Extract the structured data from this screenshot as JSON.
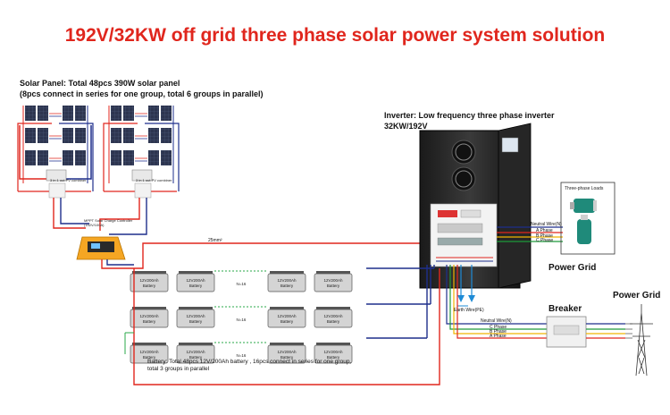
{
  "title": "192V/32KW  off grid three phase solar power system solution",
  "solar": {
    "line1": "Solar Panel: Total 48pcs  390W solar panel",
    "line2": "(8pcs connect in series for one group, total 6 groups in parallel)",
    "combiner": "3 in 1 out PV combiner"
  },
  "controller": {
    "line1": "MPPT Solar Charge Controller",
    "line2": "(192V/100A)"
  },
  "inverter": {
    "line1": "Inverter:  Low frequency three phase inverter",
    "line2": "32KW/192V"
  },
  "battery": {
    "model": "12V200Ah",
    "type": "Battery",
    "series_label": "N=16",
    "desc1": "Battery:  Total 48pcs 12V/200Ah battery , 16pcs connect in series for one group,",
    "desc2": "total 3 groups in parallel",
    "cable": "25mm²"
  },
  "loads": {
    "title": "Three-phase Loads"
  },
  "power_grid_1": "Power Grid",
  "power_grid_2": "Power Grid",
  "breaker": "Breaker",
  "wires": {
    "neutral": "Neutral Wire(N)",
    "a": "A Phase",
    "b": "B Phase",
    "c": "C Phase",
    "earth": "Earth Wire(PE)"
  },
  "colors": {
    "title": "#e0261d",
    "positive": "#e0261d",
    "negative": "#1e2f8c",
    "earth": "#1e8bd6",
    "phase_a": "#e0261d",
    "phase_b": "#f0b400",
    "phase_c": "#1e9a3a",
    "neutral": "#1e2f8c",
    "series_link": "#2aa84a"
  }
}
